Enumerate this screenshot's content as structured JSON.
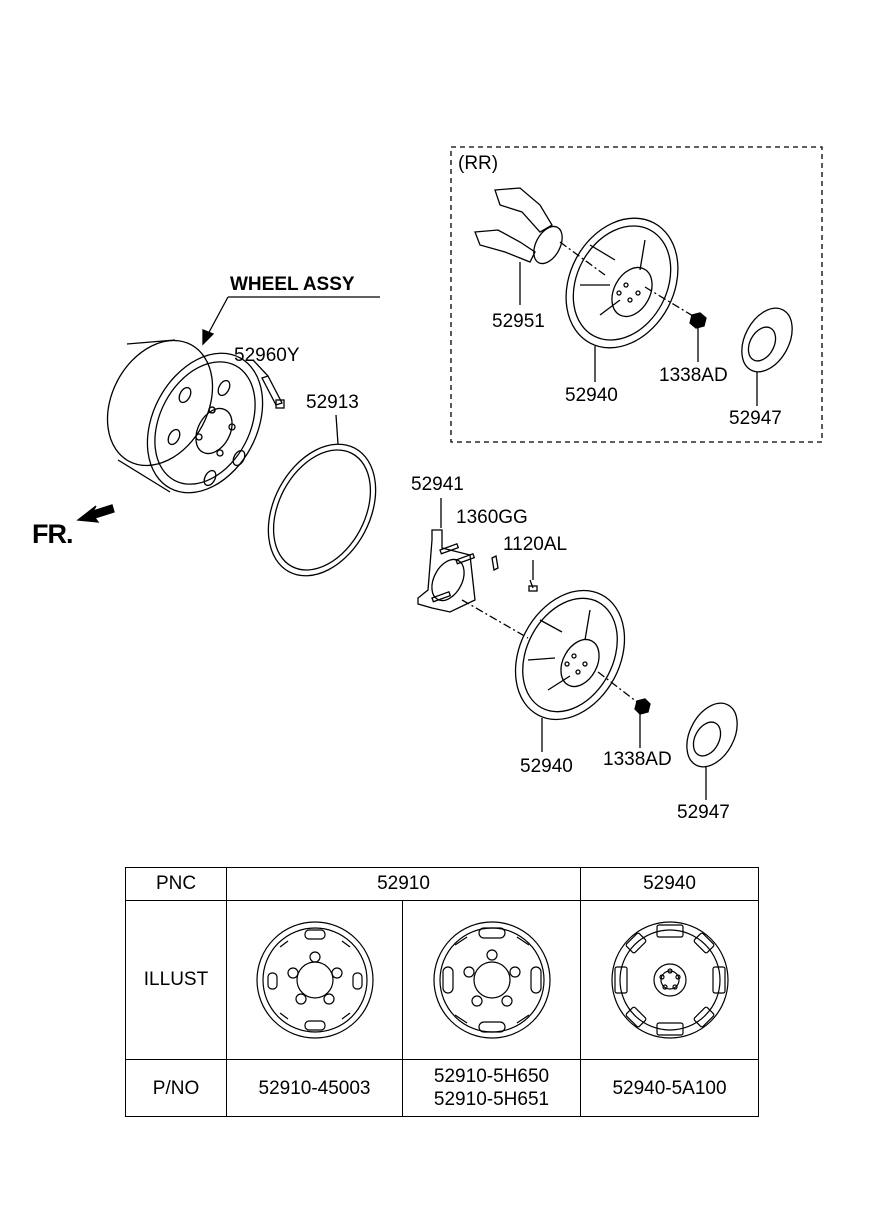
{
  "diagram": {
    "rr_label": "(RR)",
    "callouts": {
      "wheel_assy": "WHEEL ASSY",
      "valve": "52960Y",
      "rim_band": "52913",
      "rr_bracket": "52951",
      "rr_cover": "52940",
      "rr_nut": "1338AD",
      "rr_cap": "52947",
      "bracket": "52941",
      "clip": "1360GG",
      "bolt": "1120AL",
      "cover": "52940",
      "nut": "1338AD",
      "cap": "52947"
    },
    "front_label": "FR."
  },
  "table": {
    "row_labels": {
      "pnc": "PNC",
      "illust": "ILLUST",
      "pno": "P/NO"
    },
    "pnc_values": [
      "52910",
      "52940"
    ],
    "part_numbers": [
      [
        "52910-45003"
      ],
      [
        "52910-5H650",
        "52910-5H651"
      ],
      [
        "52940-5A100"
      ]
    ]
  }
}
